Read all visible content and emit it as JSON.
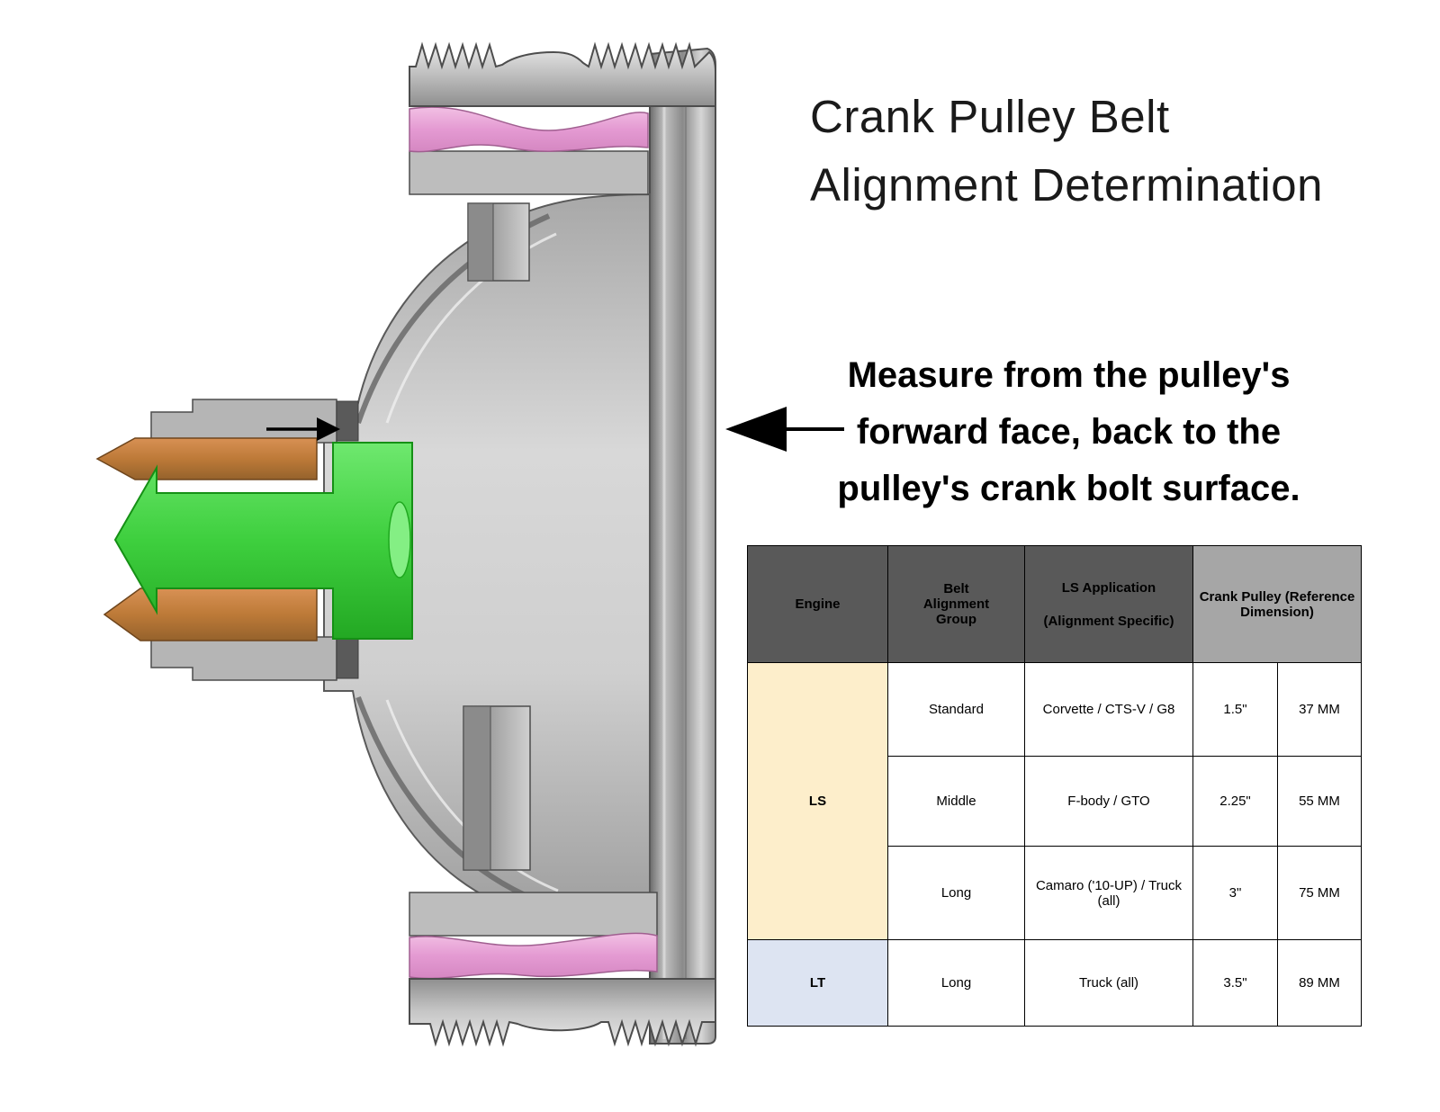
{
  "title": {
    "line1": "Crank Pulley Belt",
    "line2": "Alignment Determination"
  },
  "annotation": {
    "line1": "Measure from the pulley's",
    "line2": "forward face, back to the",
    "line3": "pulley's crank bolt surface."
  },
  "table": {
    "headers": {
      "engine": "Engine",
      "belt_alignment_group": "Belt Alignment Group",
      "ls_application": "LS Application",
      "ls_application_note": "(Alignment Specific)",
      "crank_pulley": "Crank Pulley (Reference Dimension)"
    },
    "rows": [
      {
        "engine": "LS",
        "group": "Standard",
        "application": "Corvette / CTS-V / G8",
        "inches": "1.5\"",
        "mm": "37 MM"
      },
      {
        "engine": "LS",
        "group": "Middle",
        "application": "F-body / GTO",
        "inches": "2.25\"",
        "mm": "55 MM"
      },
      {
        "engine": "LS",
        "group": "Long",
        "application": "Camaro ('10-UP) / Truck (all)",
        "inches": "3\"",
        "mm": "75 MM"
      },
      {
        "engine": "LT",
        "group": "Long",
        "application": "Truck (all)",
        "inches": "3.5\"",
        "mm": "89 MM"
      }
    ],
    "colors": {
      "header_dark_bg": "#595959",
      "header_light_bg": "#a6a6a6",
      "ls_row_bg": "#fdeecb",
      "lt_row_bg": "#dde4f2"
    }
  },
  "diagram": {
    "description": "Cross-section CAD view of crank pulley with damper rings, crank snout and crank bolt",
    "colors": {
      "pulley_gray": "#c4c4c4",
      "pulley_dark_gray": "#7a7a7a",
      "damper_pink": "#e8a8d8",
      "snout_copper": "#c07a3a",
      "bolt_green": "#3ecf3e",
      "arrow_black": "#000000"
    }
  }
}
